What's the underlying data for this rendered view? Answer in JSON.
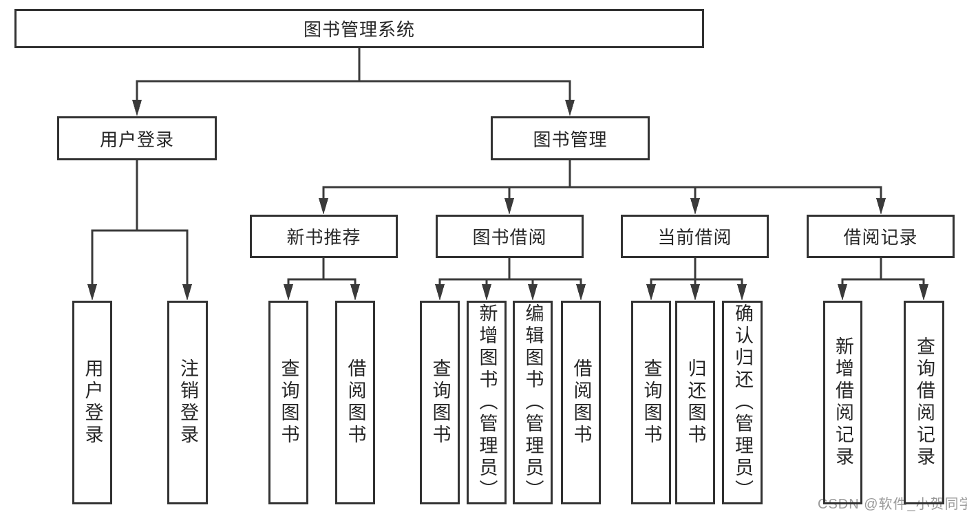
{
  "diagram_type": "functional-structure-tree",
  "tree": {
    "root": {
      "label": "图书管理系统",
      "children": [
        {
          "label": "用户登录",
          "children": [
            {
              "label": "用户登录"
            },
            {
              "label": "注销登录"
            }
          ]
        },
        {
          "label": "图书管理",
          "children": [
            {
              "label": "新书推荐",
              "children": [
                {
                  "label": "查询图书"
                },
                {
                  "label": "借阅图书"
                }
              ]
            },
            {
              "label": "图书借阅",
              "children": [
                {
                  "label": "查询图书"
                },
                {
                  "label": "新增图书（管理员）"
                },
                {
                  "label": "编辑图书（管理员）"
                },
                {
                  "label": "借阅图书"
                }
              ]
            },
            {
              "label": "当前借阅",
              "children": [
                {
                  "label": "查询图书"
                },
                {
                  "label": "归还图书"
                },
                {
                  "label": "确认归还（管理员）"
                }
              ]
            },
            {
              "label": "借阅记录",
              "children": [
                {
                  "label": "新增借阅记录"
                },
                {
                  "label": "查询借阅记录"
                }
              ]
            }
          ]
        }
      ]
    }
  },
  "watermark": {
    "text": "CSDN @软件_小贺同学"
  },
  "colors": {
    "line": "#3a3a3a",
    "box_border": "#323232",
    "text": "#262626",
    "watermark": "#9a9a9a",
    "background": "#ffffff"
  }
}
